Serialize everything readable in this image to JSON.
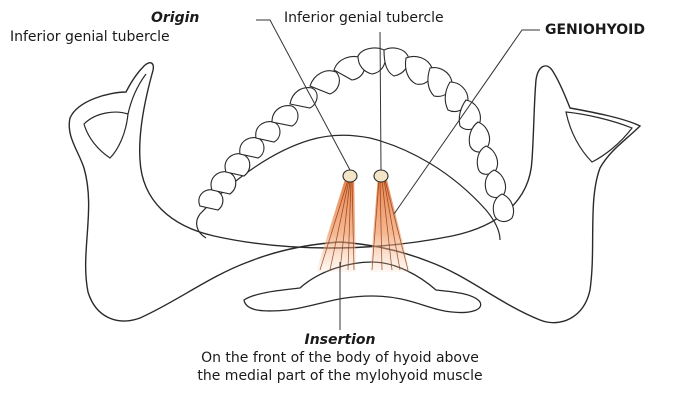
{
  "labels": {
    "origin": {
      "title": "Origin",
      "text": "Inferior genial tubercle"
    },
    "tubercle": {
      "text": "Inferior genial tubercle"
    },
    "muscle": {
      "name": "GENIOHYOID"
    },
    "insertion": {
      "title": "Insertion",
      "line1": "On the front of the body of hyoid above",
      "line2": "the medial part of the mylohyoid muscle"
    }
  },
  "colors": {
    "muscle_dark": "#e8793f",
    "muscle_light": "#f8c8a8",
    "outline": "#2a2a2a",
    "leader": "#333333",
    "tubercle_fill": "#f3e5c8"
  }
}
